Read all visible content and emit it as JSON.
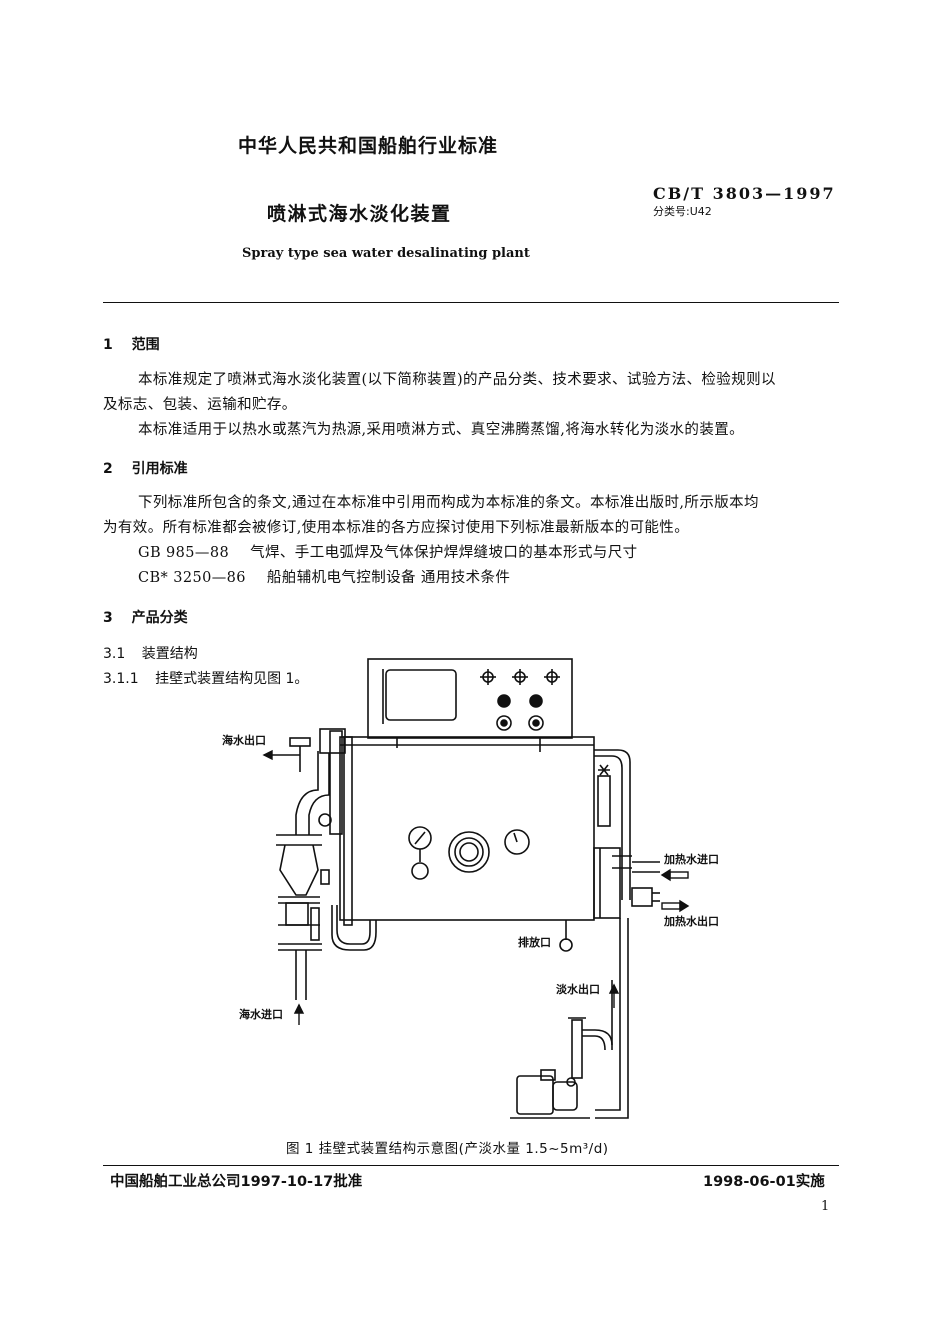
{
  "header": {
    "org_standard": "中华人民共和国船舶行业标准",
    "title_cn": "喷淋式海水淡化装置",
    "title_en": "Spray type sea water desalinating plant",
    "std_no": "CB/T 3803—1997",
    "class_no": "分类号:U42"
  },
  "sections": {
    "s1": {
      "number": "1",
      "title": "范围",
      "p1_line1": "本标准规定了喷淋式海水淡化装置(以下简称装置)的产品分类、技术要求、试验方法、检验规则以",
      "p1_line2": "及标志、包装、运输和贮存。",
      "p2": "本标准适用于以热水或蒸汽为热源,采用喷淋方式、真空沸腾蒸馏,将海水转化为淡水的装置。"
    },
    "s2": {
      "number": "2",
      "title": "引用标准",
      "p1_line1": "下列标准所包含的条文,通过在本标准中引用而构成为本标准的条文。本标准出版时,所示版本均",
      "p1_line2": "为有效。所有标准都会被修订,使用本标准的各方应探讨使用下列标准最新版本的可能性。",
      "ref1_code": "GB 985—88",
      "ref1_title": "气焊、手工电弧焊及气体保护焊焊缝坡口的基本形式与尺寸",
      "ref2_code": "CB* 3250—86",
      "ref2_title": "船舶辅机电气控制设备   通用技术条件"
    },
    "s3": {
      "number": "3",
      "title": "产品分类",
      "s31_number": "3.1",
      "s31_title": "装置结构",
      "s311_number": "3.1.1",
      "s311_text": "挂壁式装置结构见图 1。"
    }
  },
  "figure": {
    "labels": {
      "seawater_out": "海水出口",
      "seawater_in": "海水进口",
      "heating_in": "加热水进口",
      "heating_out": "加热水出口",
      "drain": "排放口",
      "freshwater_out": "淡水出口"
    },
    "caption": "图 1   挂壁式装置结构示意图(产淡水量 1.5~5m³/d)"
  },
  "footer": {
    "approved": "中国船舶工业总公司1997-10-17批准",
    "effective": "1998-06-01实施",
    "page": "1"
  }
}
